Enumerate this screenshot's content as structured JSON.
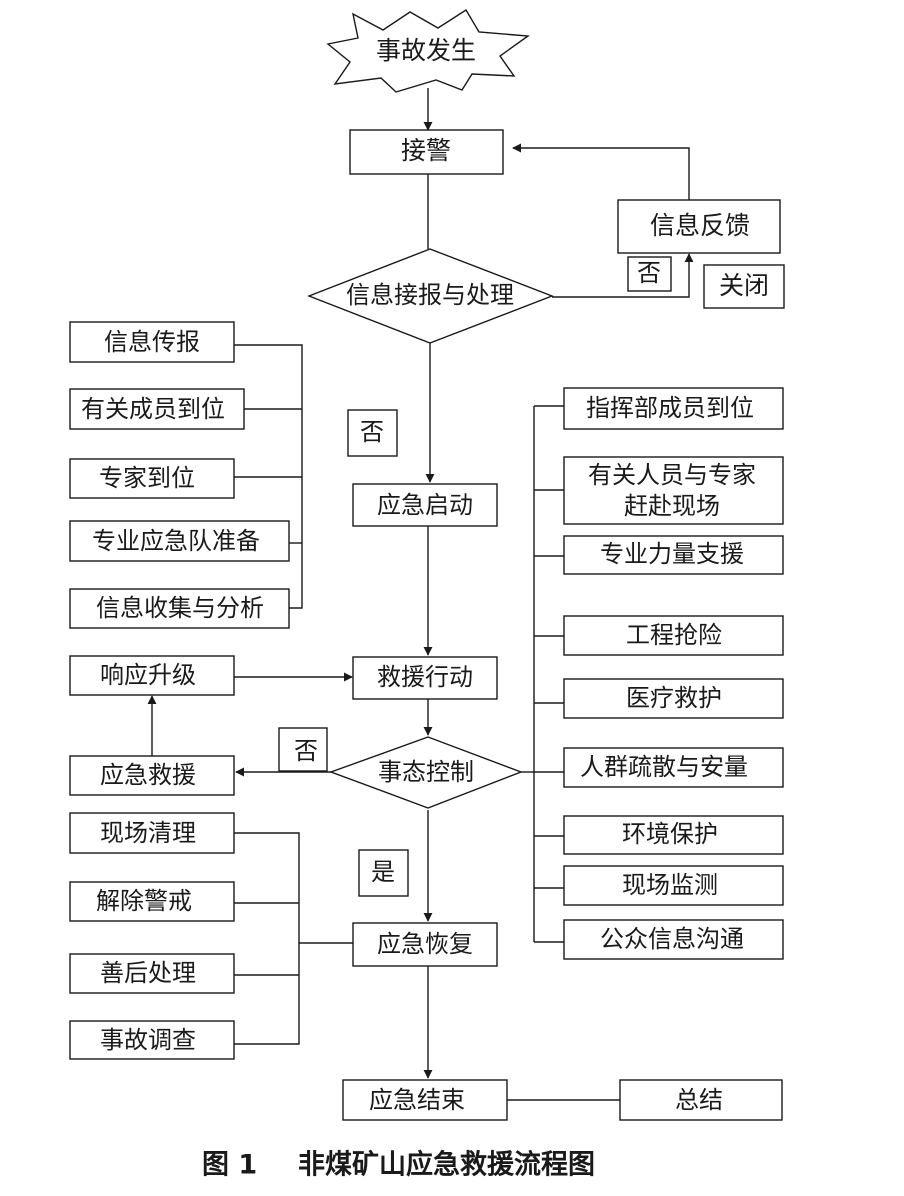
{
  "nodes": {
    "accident_occurs": "事故发生",
    "receive_alarm": "接警",
    "info_feedback": "信息反馈",
    "close": "关闭",
    "info_report_process": "信息接报与处理",
    "emergency_start": "应急启动",
    "rescue_action": "救援行动",
    "situation_control": "事态控制",
    "emergency_recovery": "应急恢复",
    "emergency_end": "应急结束",
    "summary": "总结",
    "response_upgrade": "响应升级",
    "emergency_rescue": "应急救援"
  },
  "left_start_group": [
    "信息传报",
    "有关成员到位",
    "专家到位",
    "专业应急队准备",
    "信息收集与分析"
  ],
  "right_rescue_group": [
    [
      "指挥部成员到位"
    ],
    [
      "有关人员与专家",
      "赶赴现场"
    ],
    [
      "专业力量支援"
    ],
    [
      "工程抢险"
    ],
    [
      "医疗救护"
    ],
    [
      "人群疏散与安量"
    ],
    [
      "环境保护"
    ],
    [
      "现场监测"
    ],
    [
      "公众信息沟通"
    ]
  ],
  "left_recovery_group": [
    "现场清理",
    "解除警戒",
    "善后处理",
    "事故调查"
  ],
  "decision_labels": {
    "no_1": "否",
    "no_2": "否",
    "no_3": "否",
    "yes": "是"
  },
  "caption": {
    "number": "图 1",
    "title": "非煤矿山应急救援流程图"
  }
}
